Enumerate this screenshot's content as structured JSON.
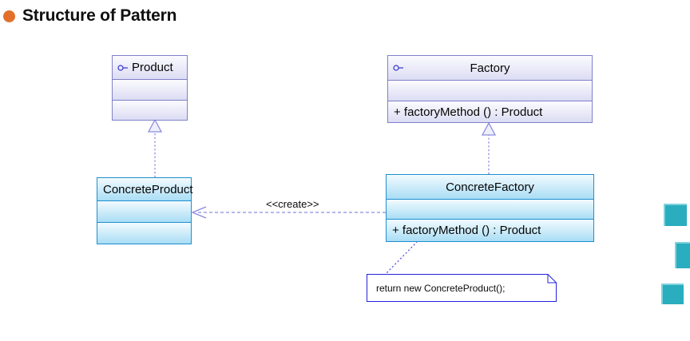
{
  "slide": {
    "heading": "Structure of Pattern",
    "bullet_color": "#E2702B"
  },
  "diagram": {
    "type": "uml-class-diagram",
    "pattern": "Factory Method",
    "classes": [
      {
        "id": "product",
        "name": "Product",
        "stereotype_icon": "interface-lollipop-icon",
        "style": "abstract-lavender",
        "fill_color": "#DEDEF6",
        "border_color": "#8080C8",
        "title_align": "left",
        "attributes": [],
        "operations": []
      },
      {
        "id": "factory",
        "name": "Factory",
        "stereotype_icon": "interface-lollipop-icon",
        "style": "abstract-lavender",
        "fill_color": "#DEDEF6",
        "border_color": "#8080C8",
        "title_align": "center",
        "attributes": [],
        "operations": [
          "+  factoryMethod ()  :  Product"
        ]
      },
      {
        "id": "concreteproduct",
        "name": "ConcreteProduct",
        "stereotype_icon": null,
        "style": "concrete-cyan",
        "fill_color": "#B4E3F7",
        "border_color": "#1E8FD0",
        "title_align": "left",
        "attributes": [],
        "operations": []
      },
      {
        "id": "concretefactory",
        "name": "ConcreteFactory",
        "stereotype_icon": null,
        "style": "concrete-cyan",
        "fill_color": "#B4E3F7",
        "border_color": "#1E8FD0",
        "title_align": "center",
        "attributes": [],
        "operations": [
          "+  factoryMethod ()  :  Product"
        ]
      }
    ],
    "relationships": [
      {
        "id": "realize-product",
        "type": "realization",
        "from": "concreteproduct",
        "to": "product",
        "line": "dotted",
        "arrowhead": "hollow-triangle",
        "label": ""
      },
      {
        "id": "realize-factory",
        "type": "realization",
        "from": "concretefactory",
        "to": "factory",
        "line": "dotted",
        "arrowhead": "hollow-triangle",
        "label": ""
      },
      {
        "id": "create-dependency",
        "type": "dependency",
        "from": "concretefactory",
        "to": "concreteproduct",
        "line": "dashed",
        "arrowhead": "open-arrow",
        "label": "<<create>>"
      },
      {
        "id": "note-anchor",
        "type": "note-link",
        "from": "note",
        "to": "concretefactory",
        "line": "dotted",
        "arrowhead": "none",
        "label": ""
      }
    ],
    "note": {
      "id": "note",
      "text": "return new ConcreteProduct();",
      "fill_color": "#FFFFFF",
      "border_color": "#2222DD"
    }
  },
  "decorations": {
    "squares_color": "#2AADBE",
    "squares_highlight": "#7FD2DC",
    "count": 3
  }
}
